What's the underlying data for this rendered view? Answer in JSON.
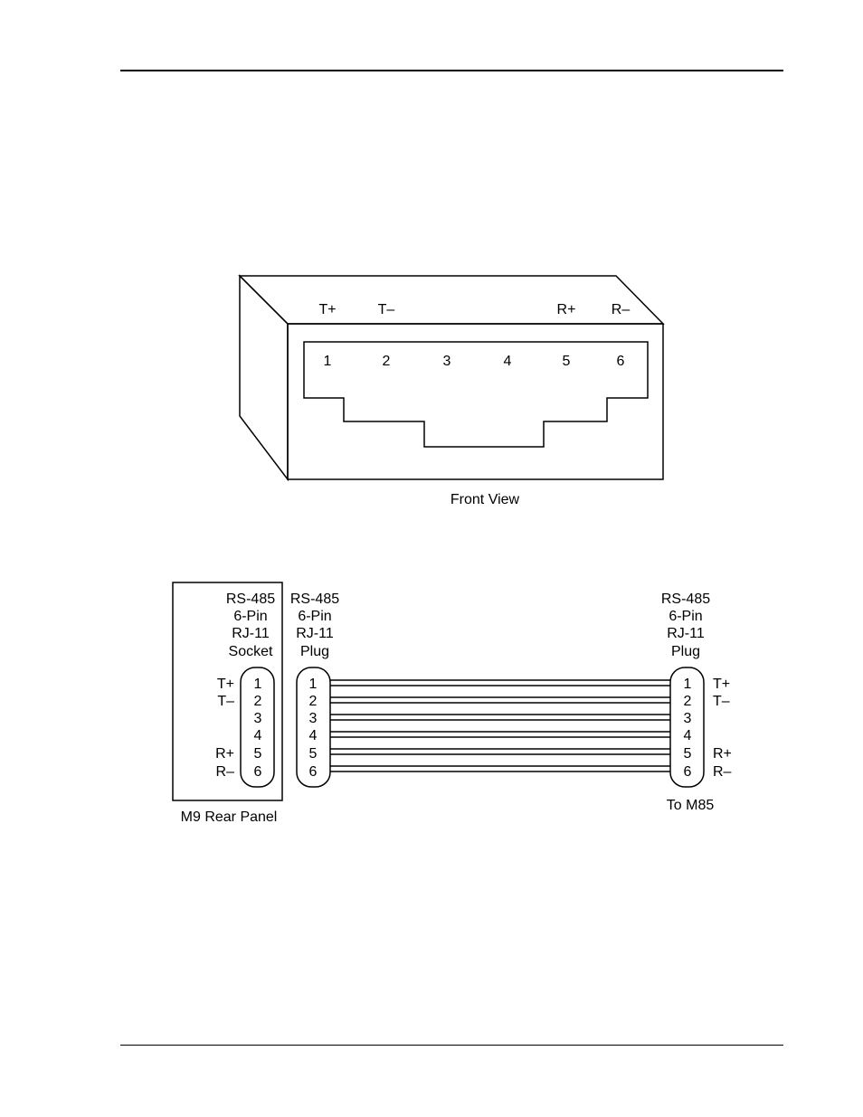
{
  "front_view": {
    "top_labels": [
      "T+",
      "T–",
      "R+",
      "R–"
    ],
    "pin_numbers": [
      "1",
      "2",
      "3",
      "4",
      "5",
      "6"
    ],
    "caption": "Front View"
  },
  "wiring": {
    "socket_header": [
      "RS-485",
      "6-Pin",
      "RJ-11",
      "Socket"
    ],
    "left_plug_header": [
      "RS-485",
      "6-Pin",
      "RJ-11",
      "Plug"
    ],
    "right_plug_header": [
      "RS-485",
      "6-Pin",
      "RJ-11",
      "Plug"
    ],
    "left_signals": [
      "T+",
      "T–",
      "",
      "",
      "R+",
      "R–"
    ],
    "right_signals": [
      "T+",
      "T–",
      "",
      "",
      "R+",
      "R–"
    ],
    "pins": [
      "1",
      "2",
      "3",
      "4",
      "5",
      "6"
    ],
    "left_caption": "M9 Rear Panel",
    "right_caption": "To M85"
  }
}
